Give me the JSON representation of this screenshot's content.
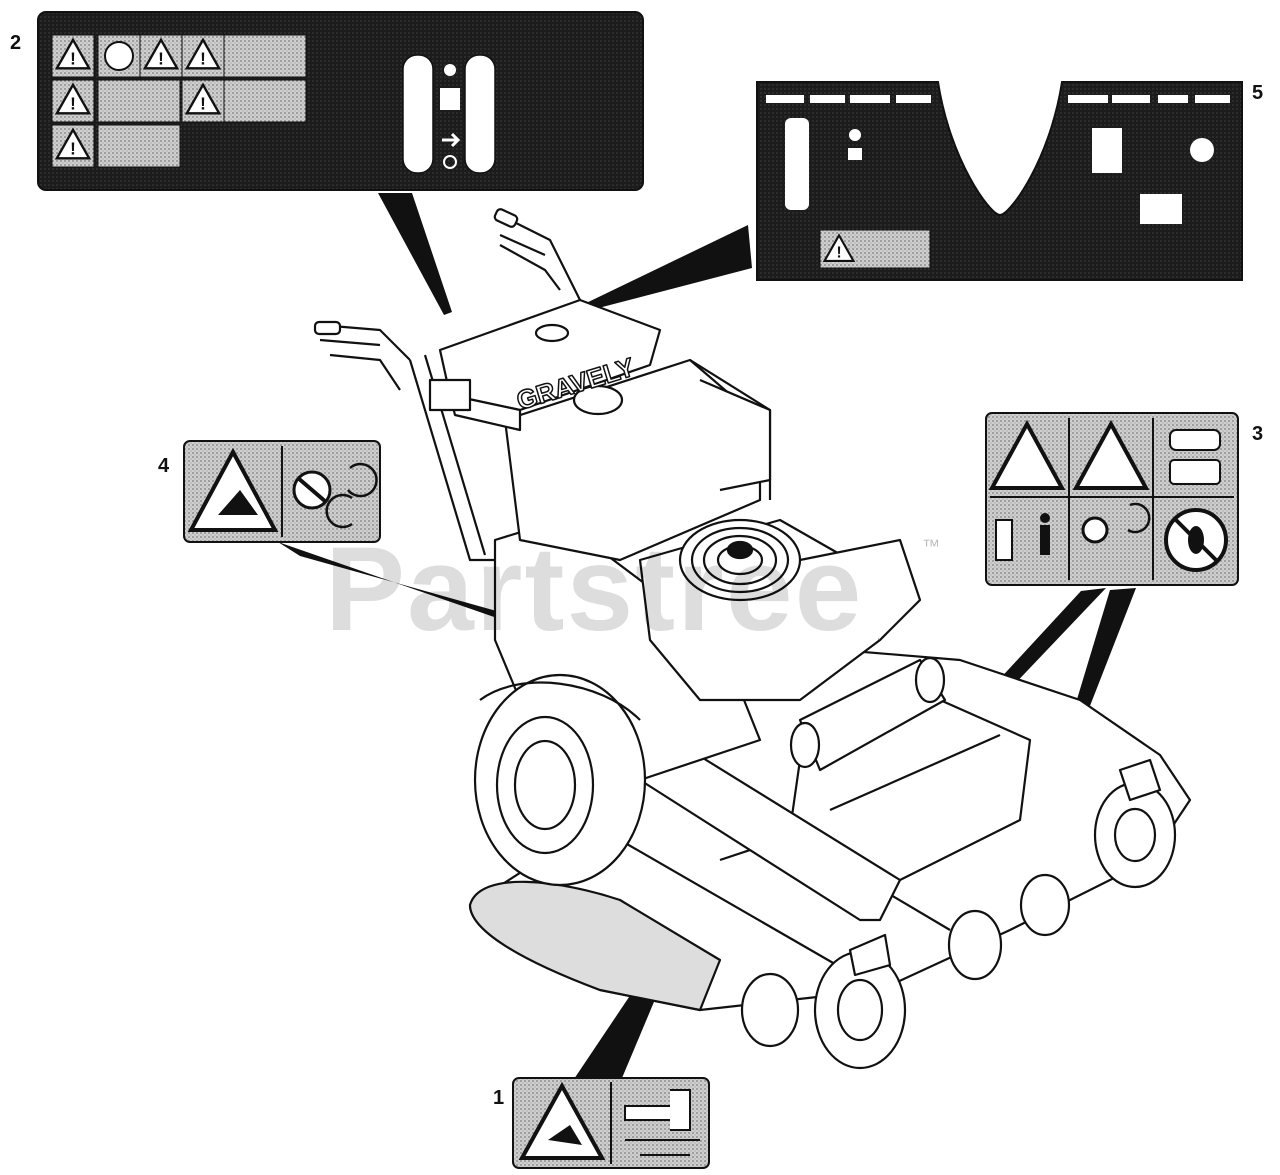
{
  "brand_text": "GRAVELY",
  "watermark": {
    "text": "Partstree",
    "tm": "™"
  },
  "callouts": [
    {
      "number": "1"
    },
    {
      "number": "2"
    },
    {
      "number": "3"
    },
    {
      "number": "4"
    },
    {
      "number": "5"
    }
  ],
  "colors": {
    "line": "#111111",
    "decal_bg": "#1b1b1b",
    "decal_screen": "#bfbfbf",
    "body_fill": "#ffffff"
  },
  "icons": [
    "warning-triangle-icon",
    "hand-blade-icon",
    "foot-blade-icon",
    "read-manual-icon",
    "keep-bystanders-away-icon",
    "remove-key-icon",
    "no-step-icon",
    "spinning-blade-icon"
  ]
}
